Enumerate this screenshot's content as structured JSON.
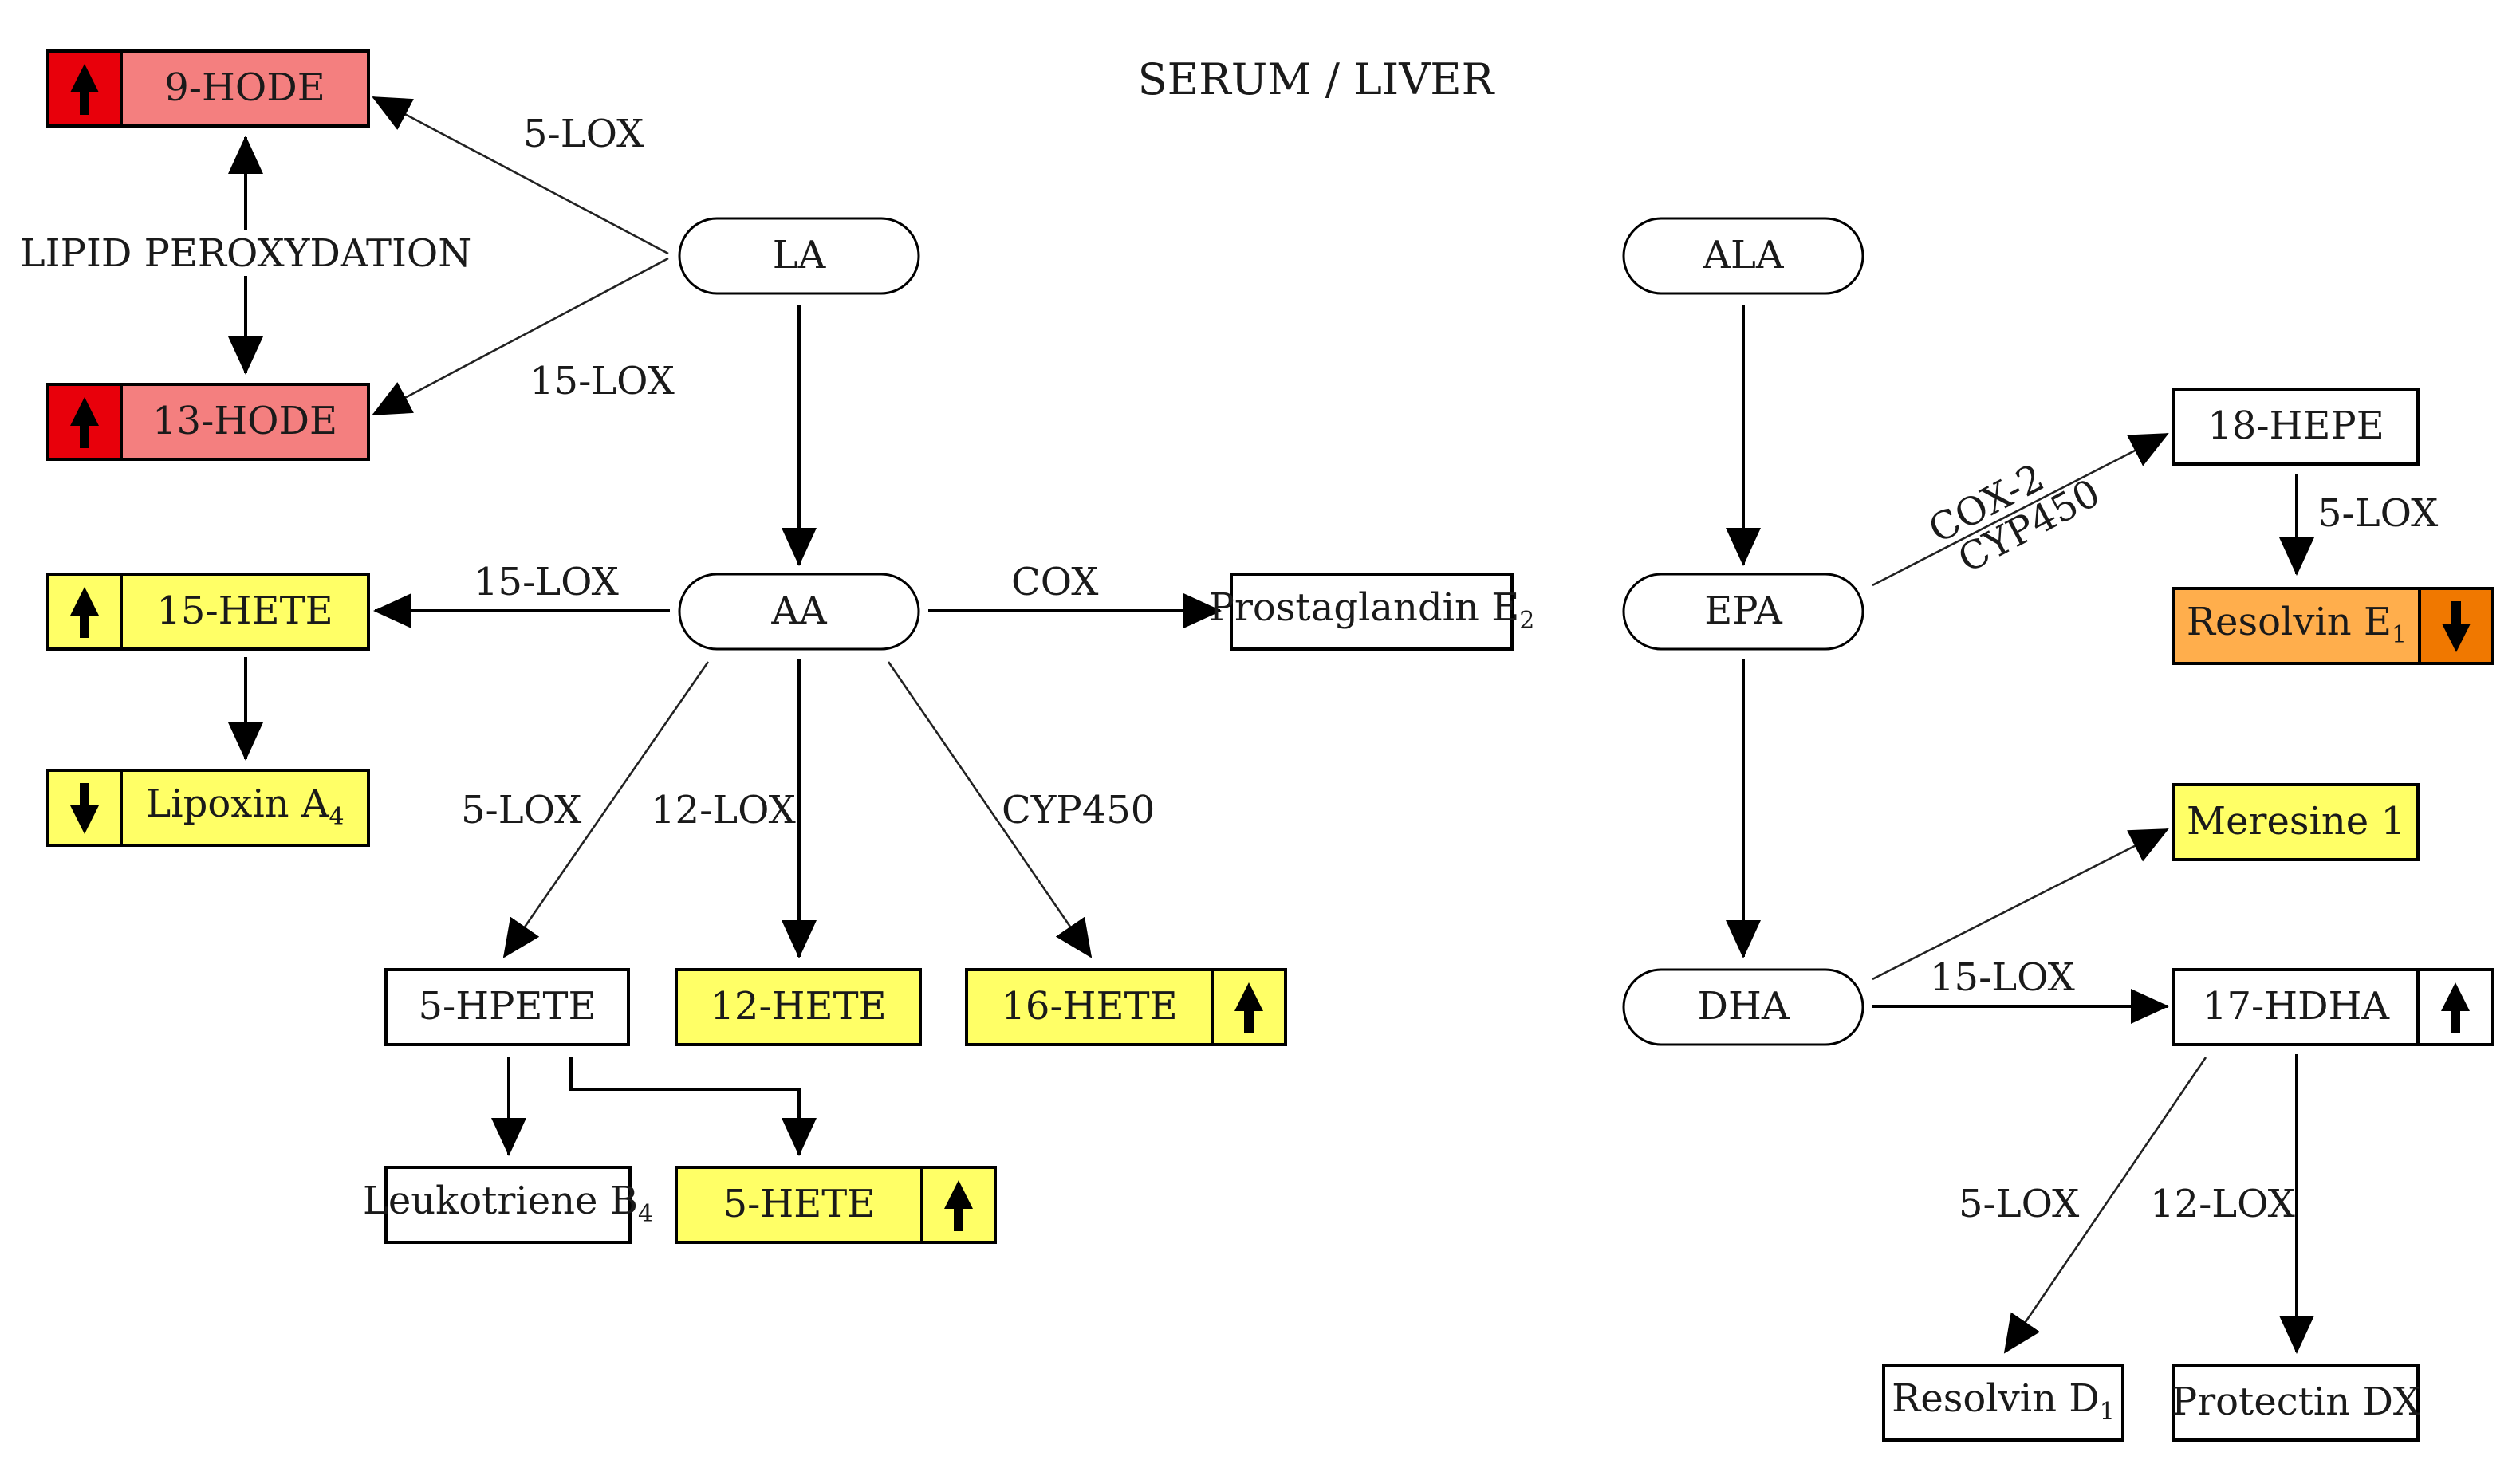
{
  "title": "SERUM / LIVER",
  "colors": {
    "red_strong": "#e8000b",
    "red_light": "#f47f7f",
    "yellow": "#ffff66",
    "orange_light": "#ffae4c",
    "orange_strong": "#f07800",
    "white": "#ffffff"
  },
  "precursors": {
    "la": "LA",
    "aa": "AA",
    "ala": "ALA",
    "epa": "EPA",
    "dha": "DHA"
  },
  "metabolites": {
    "hode9": {
      "label": "9-HODE",
      "change": "up"
    },
    "hode13": {
      "label": "13-HODE",
      "change": "up"
    },
    "hete15": {
      "label": "15-HETE",
      "change": "up"
    },
    "lipoxin_a4": {
      "label": "Lipoxin A",
      "sub": "4",
      "change": "down"
    },
    "pge2": {
      "label": "Prostaglandin E",
      "sub": "2"
    },
    "hpete5": {
      "label": "5-HPETE"
    },
    "hete12": {
      "label": "12-HETE"
    },
    "hete16": {
      "label": "16-HETE",
      "change": "up"
    },
    "ltb4": {
      "label": "Leukotriene B",
      "sub": "4"
    },
    "hete5": {
      "label": "5-HETE",
      "change": "up"
    },
    "hepe18": {
      "label": "18-HEPE"
    },
    "resolvin_e1": {
      "label": "Resolvin E",
      "sub": "1",
      "change": "down"
    },
    "maresin1": {
      "label": "Meresine 1"
    },
    "hdha17": {
      "label": "17-HDHA",
      "change": "up"
    },
    "resolvin_d1": {
      "label": "Resolvin D",
      "sub": "1"
    },
    "protectin_dx": {
      "label": "Protectin DX"
    }
  },
  "edge_labels": {
    "la_9hode": "5-LOX",
    "la_13hode": "15-LOX",
    "lipid_perox": "LIPID PEROXYDATION",
    "aa_15hete": "15-LOX",
    "aa_pge2": "COX",
    "aa_5hpete": "5-LOX",
    "aa_12hete": "12-LOX",
    "aa_16hete": "CYP450",
    "epa_18hepe_a": "COX-2",
    "epa_18hepe_b": "CYP450",
    "hepe18_rve1": "5-LOX",
    "dha_17hdha": "15-LOX",
    "hdha_rvd1": "5-LOX",
    "hdha_pdx": "12-LOX"
  }
}
